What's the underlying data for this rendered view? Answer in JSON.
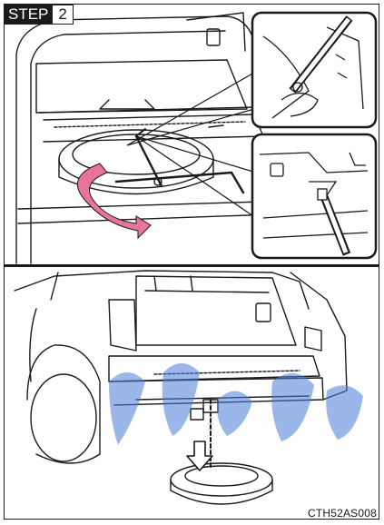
{
  "step": {
    "word": "STEP",
    "number": "2"
  },
  "figure_code": "CTH52AS008",
  "colors": {
    "line": "#1a1a1a",
    "rotation_arrow": "#e8749a",
    "watermark": "#4a7ed9"
  },
  "icons": {
    "rotation_arrow": "curved-arrow-counterclockwise",
    "lower_arrow": "down-arrow"
  }
}
